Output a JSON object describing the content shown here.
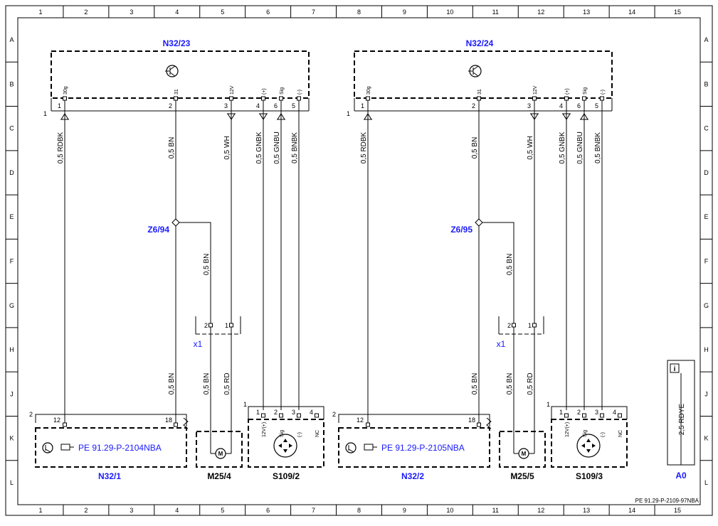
{
  "grid": {
    "columns": [
      "1",
      "2",
      "3",
      "4",
      "5",
      "6",
      "7",
      "8",
      "9",
      "10",
      "11",
      "12",
      "13",
      "14",
      "15"
    ],
    "rows": [
      "A",
      "B",
      "C",
      "D",
      "E",
      "F",
      "G",
      "H",
      "J",
      "K",
      "L"
    ]
  },
  "footer_ref": "PE 91.29-P-2109-97NBA",
  "left": {
    "top_module": "N32/23",
    "top_module_num": "1",
    "pin_labels": [
      "30g",
      "31",
      "12V",
      "(+)",
      "Sig",
      "(-)"
    ],
    "pin_numbers": [
      "1",
      "2",
      "3",
      "4",
      "6",
      "5"
    ],
    "wires": [
      "0,5 RDBK",
      "0,5 BN",
      "0,5 WH",
      "0,5 GNBK",
      "0,5 GNBU",
      "0,5 BNBK"
    ],
    "splice": "Z6/94",
    "splice_wire": "0,5 BN",
    "connector": "x1",
    "connector_pins": [
      "2",
      "1"
    ],
    "lower_wires": [
      "0,5 BN",
      "0,5 BN",
      "0,5 RD"
    ],
    "bottom_module": "N32/1",
    "bottom_module_num": "2",
    "bottom_pins": [
      "12",
      "18"
    ],
    "ref": "PE 91.29-P-2104NBA",
    "motor": "M25/4",
    "motor_symbol": "M",
    "switch": "S109/2",
    "switch_num": "1",
    "switch_pins": [
      "1",
      "2",
      "3",
      "4"
    ],
    "switch_pin_labels": [
      "12V(+)",
      "Sig",
      "(-)",
      "NC"
    ]
  },
  "right": {
    "top_module": "N32/24",
    "top_module_num": "1",
    "pin_labels": [
      "30g",
      "31",
      "12V",
      "(+)",
      "Sig",
      "(-)"
    ],
    "pin_numbers": [
      "1",
      "2",
      "3",
      "4",
      "6",
      "5"
    ],
    "wires": [
      "0,5 RDBK",
      "0,5 BN",
      "0,5 WH",
      "0,5 GNBK",
      "0,5 GNBU",
      "0,5 BNBK"
    ],
    "splice": "Z6/95",
    "splice_wire": "0,5 BN",
    "connector": "x1",
    "connector_pins": [
      "2",
      "1"
    ],
    "lower_wires": [
      "0,5 BN",
      "0,5 BN",
      "0,5 RD"
    ],
    "bottom_module": "N32/2",
    "bottom_module_num": "2",
    "bottom_pins": [
      "12",
      "18"
    ],
    "ref": "PE 91.29-P-2105NBA",
    "motor": "M25/5",
    "motor_symbol": "M",
    "switch": "S109/3",
    "switch_num": "1",
    "switch_pins": [
      "1",
      "2",
      "3",
      "4"
    ],
    "switch_pin_labels": [
      "12V(+)",
      "Sig",
      "(-)",
      "NC"
    ]
  },
  "legend": {
    "wire": "2,5 RDYE",
    "name": "A0",
    "icon": "info-icon",
    "icon_glyph": "i"
  }
}
